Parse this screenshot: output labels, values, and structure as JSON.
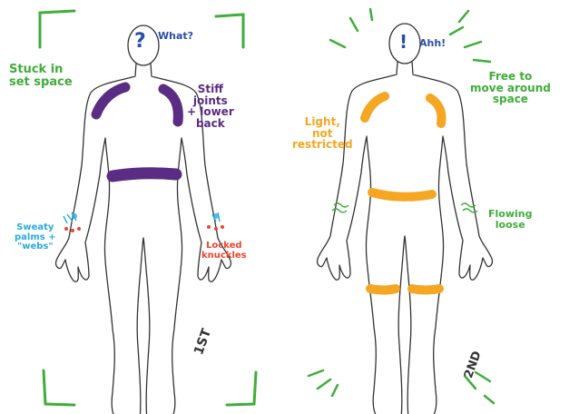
{
  "colors": {
    "green": "#3fae3a",
    "blue": "#2a4fa8",
    "purple": "#5b2c83",
    "cyan": "#29a9e0",
    "red": "#e8452c",
    "orange": "#f5a623",
    "ink": "#333333"
  },
  "left_figure": {
    "head_mark": "?",
    "exclaim_label": "What?",
    "stuck_label": [
      "Stuck in",
      "set space"
    ],
    "stiff_label": [
      "Stiff",
      "joints",
      "+ lower",
      "back"
    ],
    "sweaty_label": [
      "Sweaty",
      "palms +",
      "\"webs\""
    ],
    "locked_label": [
      "Locked",
      "knuckles"
    ],
    "ordinal": "1ST"
  },
  "right_figure": {
    "head_mark": "!",
    "exclaim_label": "Ahh!",
    "free_label": [
      "Free to",
      "move around",
      "space"
    ],
    "light_label": [
      "Light,",
      "not",
      "restricted"
    ],
    "flowing_label": [
      "Flowing",
      "loose"
    ],
    "ordinal": "2ND"
  }
}
